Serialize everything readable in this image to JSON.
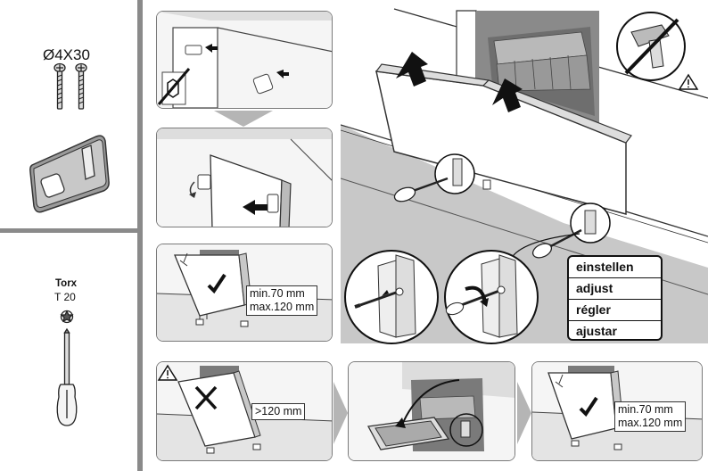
{
  "left_column": {
    "screw_spec": "Ø4X30",
    "tool_name": "Torx",
    "tool_size": "T 20"
  },
  "steps": {
    "step3_min": "min.70 mm",
    "step3_max": "max.120 mm",
    "step4_warning": ">120 mm",
    "step6_min": "min.70 mm",
    "step6_max": "max.120 mm"
  },
  "adjust_labels": [
    "einstellen",
    "adjust",
    "régler",
    "ajustar"
  ],
  "icons": {
    "no_drill": "no-power-drill-icon",
    "warning": "warning-triangle-icon",
    "check": "checkmark-icon",
    "cross": "cross-icon"
  },
  "colors": {
    "panel_gray": "#c8c8c8",
    "dark_gray": "#6a6a6a",
    "background": "#ffffff"
  }
}
